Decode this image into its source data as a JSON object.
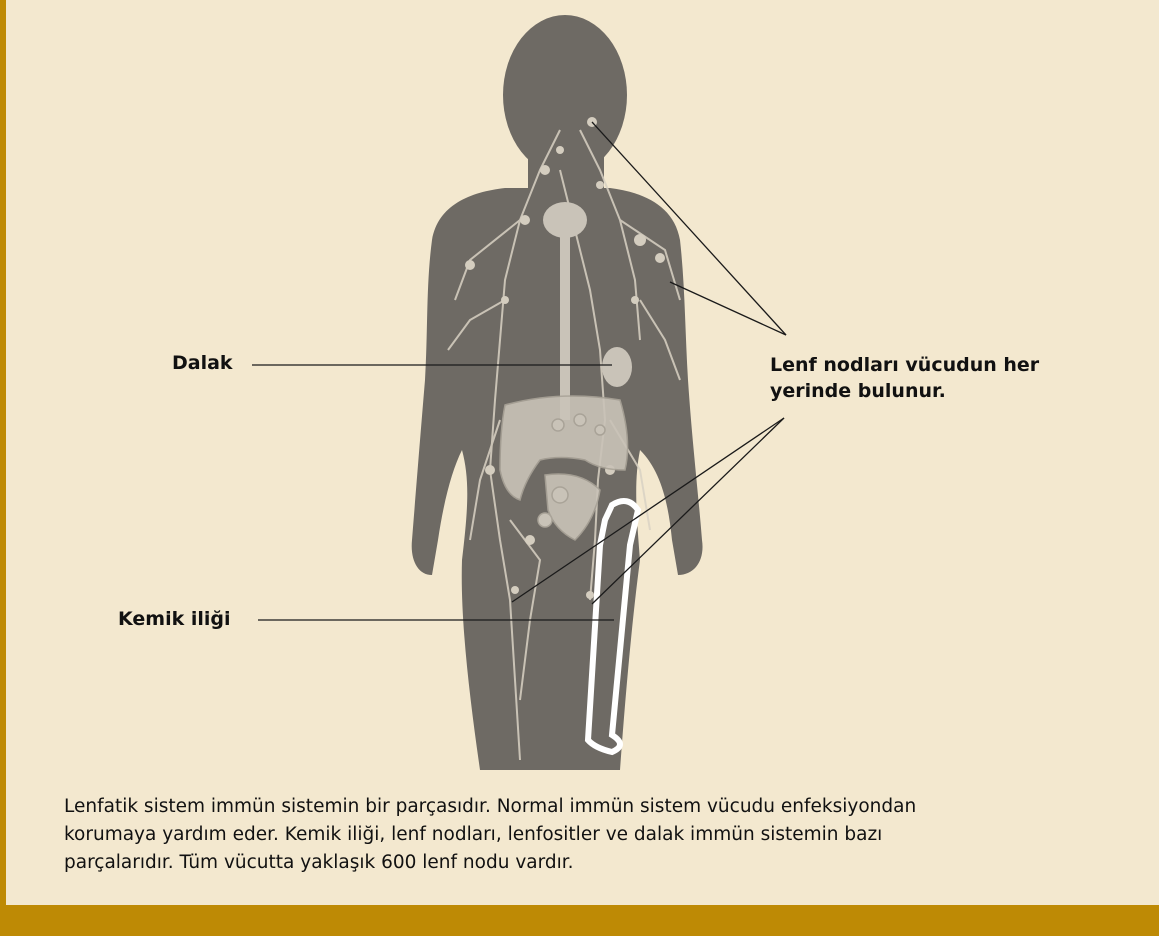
{
  "labels": {
    "spleen": "Dalak",
    "bone_marrow": "Kemik iliği",
    "lymph_nodes_line1": "Lenf nodları vücudun her",
    "lymph_nodes_line2": "yerinde bulunur."
  },
  "caption": {
    "line1": "Lenfatik sistem immün sistemin bir parçasıdır. Normal immün sistem vücudu enfeksiyondan",
    "line2": "korumaya yardım eder. Kemik iliği, lenf nodları, lenfositler ve dalak immün sistemin bazı",
    "line3": "parçalarıdır. Tüm vücutta yaklaşık 600 lenf nodu vardır."
  },
  "colors": {
    "background": "#f3e8cf",
    "frame": "#be8a05",
    "silhouette": "#6e6a64",
    "organs": "#c9c3b8",
    "bone": "#ffffff"
  }
}
